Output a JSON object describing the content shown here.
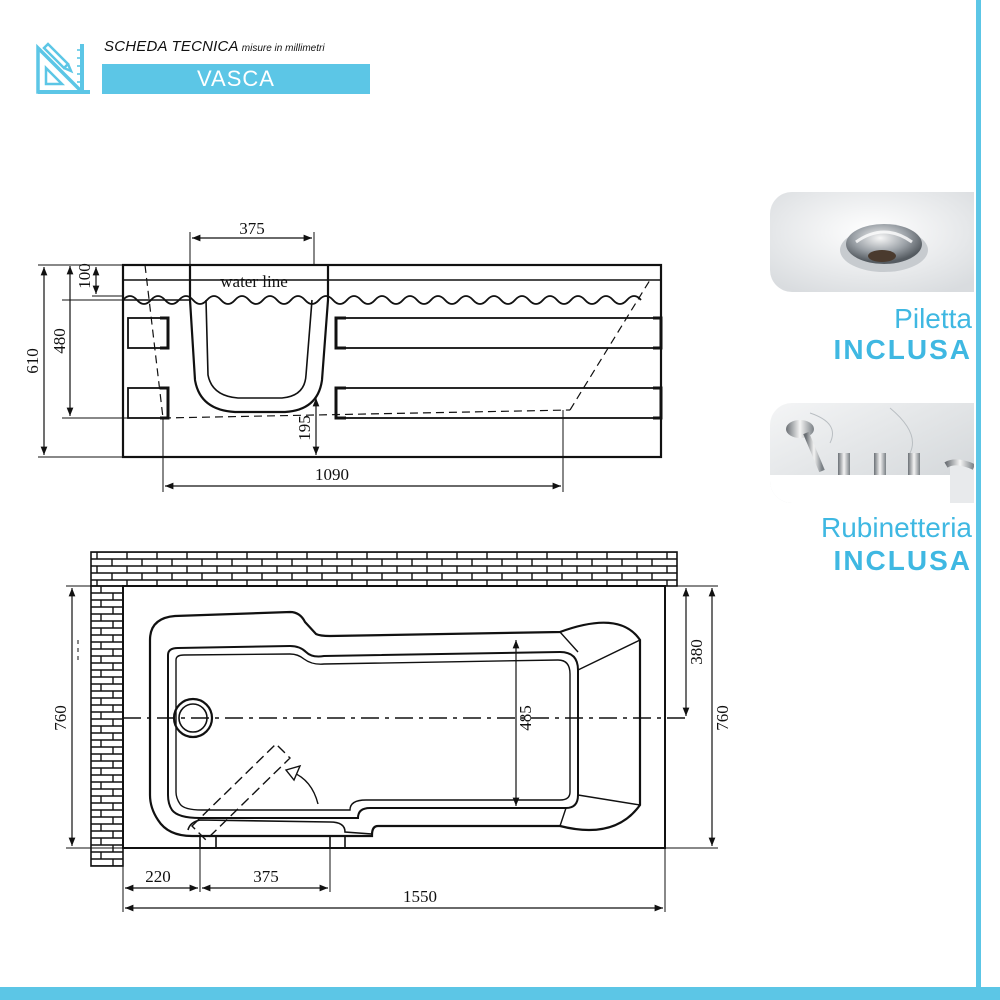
{
  "header": {
    "title": "SCHEDA TECNICA",
    "subtitle": "misure in millimetri",
    "product": "VASCA"
  },
  "side_view": {
    "dim_top_width": "375",
    "water_line_label": "water line",
    "dim_total_height": "610",
    "dim_inner_height": "480",
    "dim_rim": "100",
    "dim_step_height": "195",
    "dim_base_length": "1090"
  },
  "plan_view": {
    "dim_total_width_left": "760",
    "dim_total_width_right": "760",
    "dim_inner_width": "485",
    "dim_head_width": "380",
    "dim_offset": "220",
    "dim_door": "375",
    "dim_total_length": "1550"
  },
  "features": [
    {
      "line1": "Piletta",
      "line2": "INCLUSA",
      "icon": "drain-photo"
    },
    {
      "line1": "Rubinetteria",
      "line2": "INCLUSA",
      "icon": "faucet-photo"
    }
  ],
  "colors": {
    "accent": "#5cc6e6",
    "accent_text": "#3fb8e2",
    "line": "#111111"
  }
}
